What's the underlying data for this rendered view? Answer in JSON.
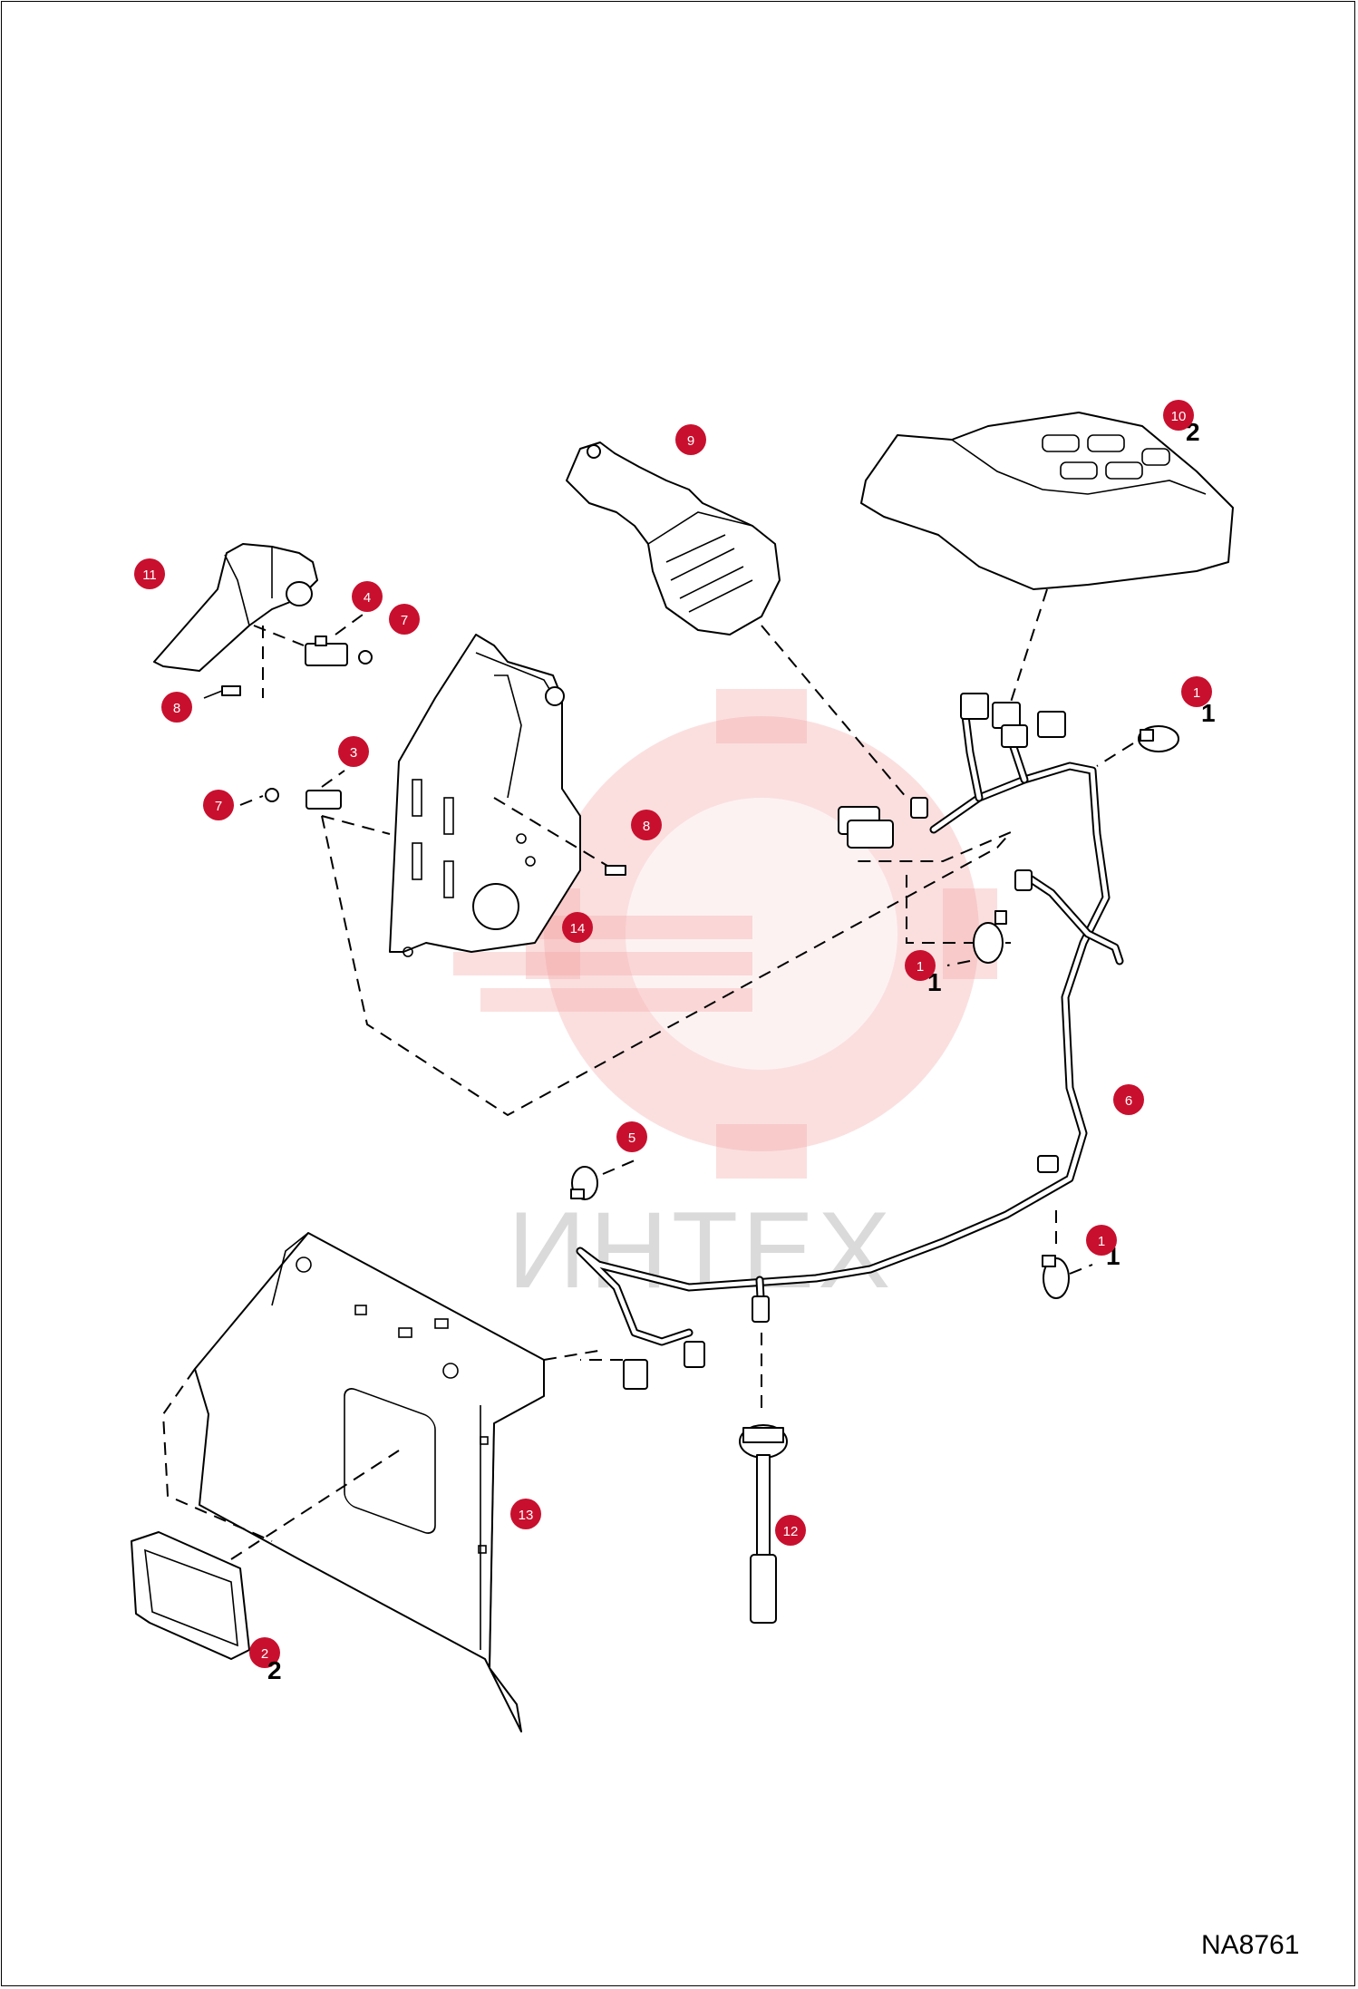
{
  "figure": {
    "reference": "NA8761",
    "watermark": "ИНТЕХ"
  },
  "callouts": [
    {
      "id": "c1a",
      "number": "1"
    },
    {
      "id": "c1b",
      "number": "1"
    },
    {
      "id": "c1c",
      "number": "1"
    },
    {
      "id": "c2",
      "number": "2"
    },
    {
      "id": "c3",
      "number": "3"
    },
    {
      "id": "c4",
      "number": "4"
    },
    {
      "id": "c5",
      "number": "5"
    },
    {
      "id": "c6",
      "number": "6"
    },
    {
      "id": "c7a",
      "number": "7"
    },
    {
      "id": "c7b",
      "number": "7"
    },
    {
      "id": "c8a",
      "number": "8"
    },
    {
      "id": "c8b",
      "number": "8"
    },
    {
      "id": "c9",
      "number": "9"
    },
    {
      "id": "c10",
      "number": "10"
    },
    {
      "id": "c11",
      "number": "11"
    },
    {
      "id": "c12",
      "number": "12"
    },
    {
      "id": "c13",
      "number": "13"
    },
    {
      "id": "c14",
      "number": "14"
    }
  ],
  "colors": {
    "badge": "#c8102e",
    "line": "#000000",
    "watermark": "#f4a4a4"
  }
}
